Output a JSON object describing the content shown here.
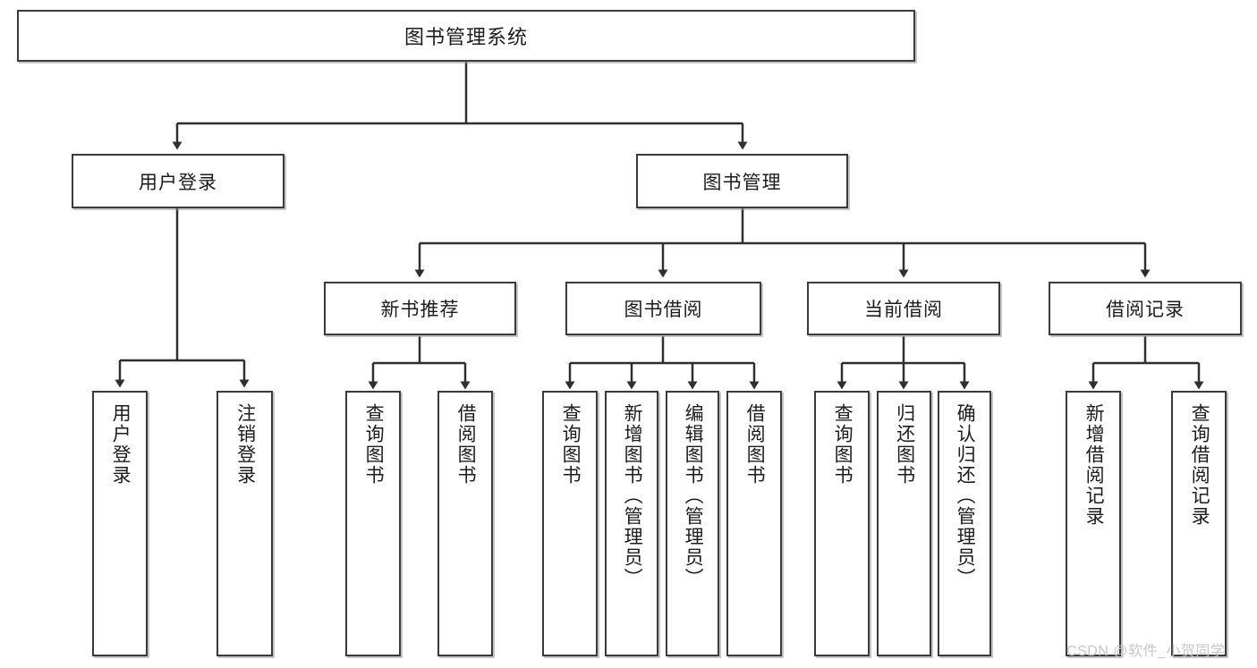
{
  "diagram": {
    "title": "图书管理系统",
    "type": "hierarchy-tree",
    "colors": {
      "box_border": "#3a3a3a",
      "box_fill": "#ffffff",
      "edge": "#2f2f2f",
      "text": "#1c1c1c",
      "watermark": "#c7c7c7"
    },
    "root": {
      "label": "图书管理系统"
    },
    "level2": [
      {
        "label": "用户登录"
      },
      {
        "label": "图书管理"
      }
    ],
    "level3": [
      {
        "label": "新书推荐"
      },
      {
        "label": "图书借阅"
      },
      {
        "label": "当前借阅"
      },
      {
        "label": "借阅记录"
      }
    ],
    "leaves": {
      "user_login": [
        {
          "label": "用户登录"
        },
        {
          "label": "注销登录"
        }
      ],
      "new_book_recommend": [
        {
          "label": "查询图书"
        },
        {
          "label": "借阅图书"
        }
      ],
      "book_borrow": [
        {
          "label": "查询图书"
        },
        {
          "label": "新增图书（管理员）"
        },
        {
          "label": "编辑图书（管理员）"
        },
        {
          "label": "借阅图书"
        }
      ],
      "current_borrow": [
        {
          "label": "查询图书"
        },
        {
          "label": "归还图书"
        },
        {
          "label": "确认归还（管理员）"
        }
      ],
      "borrow_record": [
        {
          "label": "新增借阅记录"
        },
        {
          "label": "查询借阅记录"
        }
      ]
    }
  },
  "watermark": {
    "text": "CSDN @软件_小贺同学"
  }
}
